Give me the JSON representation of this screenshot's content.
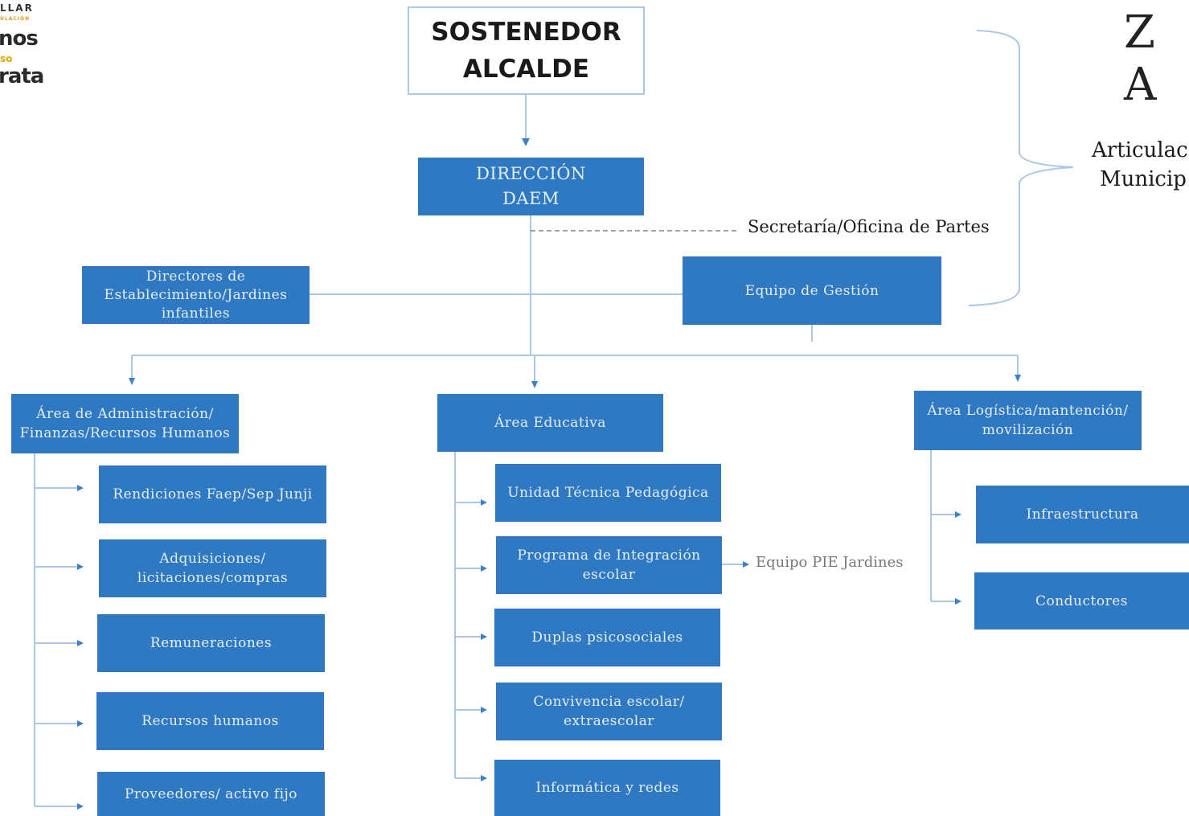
{
  "logo": {
    "line1": "LLAR",
    "line2": "ULACIÓN",
    "line3": "nos",
    "line4": "so",
    "line5": "rata"
  },
  "heading_right": "Z A",
  "side_note": {
    "line1": "Articulac",
    "line2": "Municip"
  },
  "top": {
    "line1": "SOSTENEDOR",
    "line2": "ALCALDE"
  },
  "direccion": {
    "line1": "DIRECCIÓN",
    "line2": "DAEM"
  },
  "secretaria": "Secretaría/Oficina de Partes",
  "directores": "Directores de Establecimiento/Jardines infantiles",
  "equipo_gestion": "Equipo de Gestión",
  "areas": {
    "admin": "Área de Administración/ Finanzas/Recursos Humanos",
    "educativa": "Área Educativa",
    "logistica": "Área Logística/mantención/ movilización"
  },
  "admin_items": [
    "Rendiciones Faep/Sep Junji",
    "Adquisiciones/ licitaciones/compras",
    "Remuneraciones",
    "Recursos humanos",
    "Proveedores/ activo fijo"
  ],
  "educ_items": [
    "Unidad Técnica Pedagógica",
    "Programa de Integración escolar",
    "Duplas psicosociales",
    "Convivencia escolar/ extraescolar",
    "Informática y redes"
  ],
  "pie_jardines": "Equipo PIE Jardines",
  "log_items": [
    "Infraestructura",
    "Conductores"
  ]
}
